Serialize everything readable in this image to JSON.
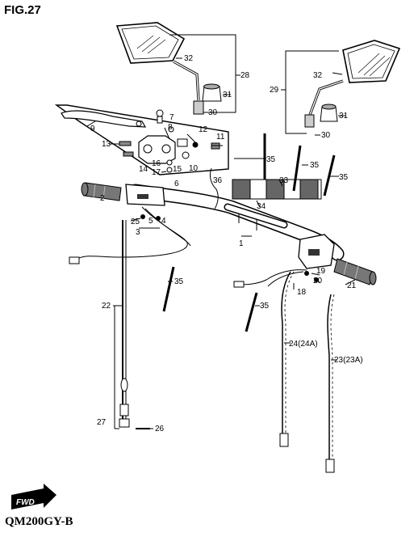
{
  "header": {
    "figure": "FIG.27"
  },
  "footer": {
    "model": "QM200GY-B"
  },
  "badge": {
    "text": "FWD"
  },
  "callouts": [
    "32",
    "28",
    "31",
    "30",
    "29",
    "32",
    "31",
    "30",
    "9",
    "7",
    "8",
    "12",
    "11",
    "13",
    "14",
    "15",
    "16",
    "17",
    "10",
    "6",
    "36",
    "35",
    "35",
    "35",
    "33",
    "34",
    "2",
    "3",
    "4",
    "5",
    "25",
    "1",
    "35",
    "22",
    "19",
    "20",
    "18",
    "21",
    "35",
    "24(24A)",
    "23(23A)",
    "27",
    "26"
  ],
  "colors": {
    "line": "#000000",
    "grip": "#666666",
    "fill_light": "#dddddd"
  }
}
